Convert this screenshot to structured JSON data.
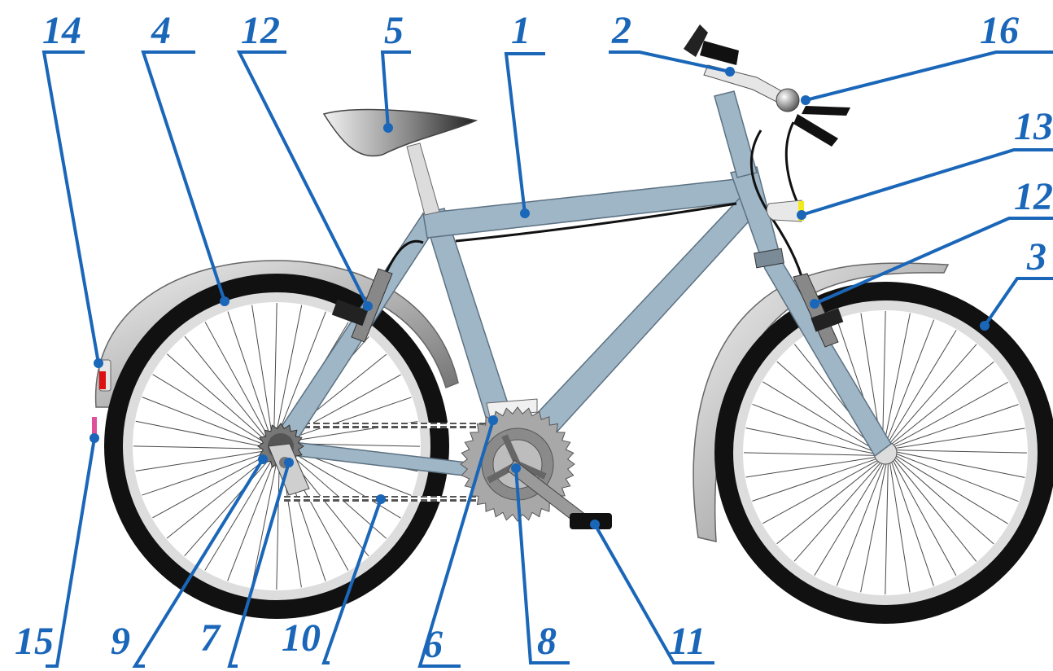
{
  "colors": {
    "accent": "#1a66b8",
    "frame": "#9fb6c7",
    "tire": "#111111",
    "rim": "#dddddd",
    "fender": "#b8b8b8",
    "saddle": "#8a8a8a",
    "rear_light": "#dd1111",
    "reflector": "#e0509a",
    "front_light_lens": "#f2ea1a"
  },
  "callouts": [
    {
      "id": "n1",
      "label": "1"
    },
    {
      "id": "n2",
      "label": "2"
    },
    {
      "id": "n3",
      "label": "3"
    },
    {
      "id": "n4",
      "label": "4"
    },
    {
      "id": "n5",
      "label": "5"
    },
    {
      "id": "n6",
      "label": "6"
    },
    {
      "id": "n7",
      "label": "7"
    },
    {
      "id": "n8",
      "label": "8"
    },
    {
      "id": "n9",
      "label": "9"
    },
    {
      "id": "n10",
      "label": "10"
    },
    {
      "id": "n11",
      "label": "11"
    },
    {
      "id": "n12a",
      "label": "12"
    },
    {
      "id": "n12b",
      "label": "12"
    },
    {
      "id": "n13",
      "label": "13"
    },
    {
      "id": "n14",
      "label": "14"
    },
    {
      "id": "n15",
      "label": "15"
    },
    {
      "id": "n16",
      "label": "16"
    }
  ]
}
